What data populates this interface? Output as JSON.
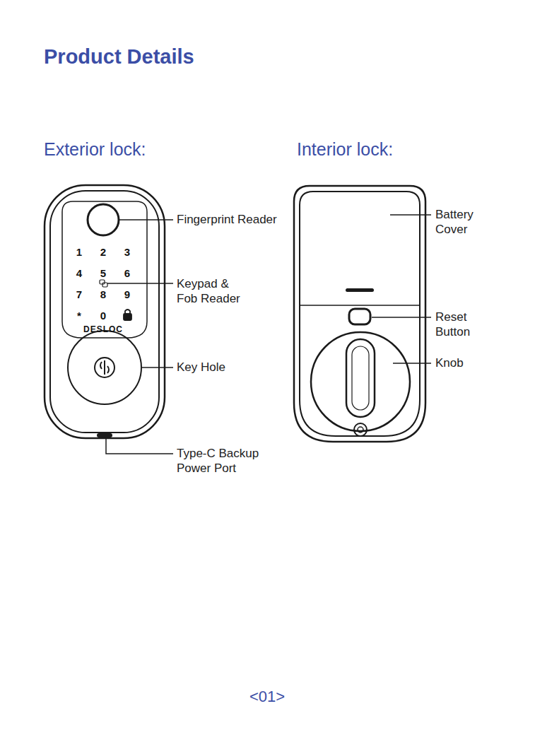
{
  "diagram": {
    "title": "Product Details",
    "labels": [
      "Exterior lock:",
      "Interior lock:",
      "Fingerprint Reader",
      "Keypad & Fob Reader",
      "Key Hole",
      "Type-C Backup Power Port",
      "Battery Cover",
      "Reset Button",
      "Knob",
      "1",
      "2",
      "3",
      "4",
      "5",
      "6",
      "7",
      "8",
      "9",
      "*",
      "0",
      "DESLOC",
      "<01>"
    ]
  }
}
